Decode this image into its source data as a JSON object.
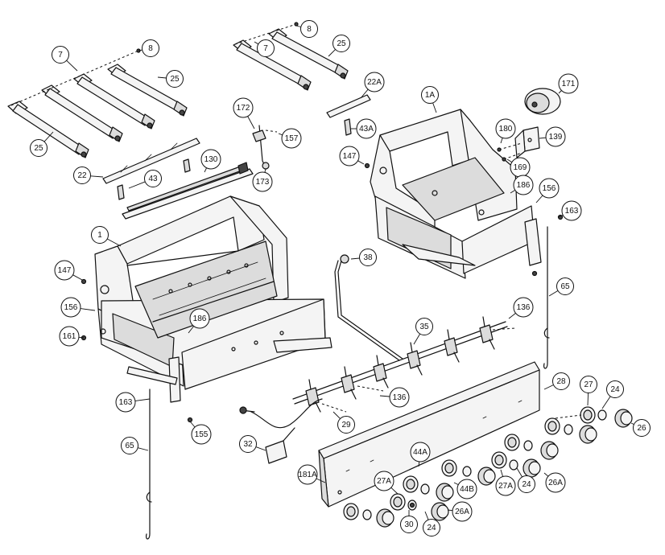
{
  "callouts": [
    {
      "id": "c8a",
      "label": "8"
    },
    {
      "id": "c25a",
      "label": "25"
    },
    {
      "id": "c7a",
      "label": "7"
    },
    {
      "id": "c8b",
      "label": "8"
    },
    {
      "id": "c7b",
      "label": "7"
    },
    {
      "id": "c25b",
      "label": "25"
    },
    {
      "id": "c25c",
      "label": "25"
    },
    {
      "id": "c22a",
      "label": "22A"
    },
    {
      "id": "c43a",
      "label": "43A"
    },
    {
      "id": "c172",
      "label": "172"
    },
    {
      "id": "c157",
      "label": "157"
    },
    {
      "id": "c171",
      "label": "171"
    },
    {
      "id": "c1a",
      "label": "1A"
    },
    {
      "id": "c180",
      "label": "180"
    },
    {
      "id": "c139",
      "label": "139"
    },
    {
      "id": "c169",
      "label": "169"
    },
    {
      "id": "c147a",
      "label": "147"
    },
    {
      "id": "c130",
      "label": "130"
    },
    {
      "id": "c22",
      "label": "22"
    },
    {
      "id": "c43",
      "label": "43"
    },
    {
      "id": "c173",
      "label": "173"
    },
    {
      "id": "c186a",
      "label": "186"
    },
    {
      "id": "c156a",
      "label": "156"
    },
    {
      "id": "c163a",
      "label": "163"
    },
    {
      "id": "c1",
      "label": "1"
    },
    {
      "id": "c38",
      "label": "38"
    },
    {
      "id": "c147b",
      "label": "147"
    },
    {
      "id": "c65a",
      "label": "65"
    },
    {
      "id": "c156b",
      "label": "156"
    },
    {
      "id": "c136a",
      "label": "136"
    },
    {
      "id": "c186b",
      "label": "186"
    },
    {
      "id": "c35",
      "label": "35"
    },
    {
      "id": "c161",
      "label": "161"
    },
    {
      "id": "c28",
      "label": "28"
    },
    {
      "id": "c27a",
      "label": "27"
    },
    {
      "id": "c24a",
      "label": "24"
    },
    {
      "id": "c163b",
      "label": "163"
    },
    {
      "id": "c136b",
      "label": "136"
    },
    {
      "id": "c26",
      "label": "26"
    },
    {
      "id": "c29",
      "label": "29"
    },
    {
      "id": "c155",
      "label": "155"
    },
    {
      "id": "c65b",
      "label": "65"
    },
    {
      "id": "c32",
      "label": "32"
    },
    {
      "id": "c44a",
      "label": "44A"
    },
    {
      "id": "c181a",
      "label": "181A"
    },
    {
      "id": "c27b",
      "label": "27A"
    },
    {
      "id": "c44b",
      "label": "44B"
    },
    {
      "id": "c27c",
      "label": "27A"
    },
    {
      "id": "c24b",
      "label": "24"
    },
    {
      "id": "c26a",
      "label": "26A"
    },
    {
      "id": "c26b",
      "label": "26A"
    },
    {
      "id": "c30",
      "label": "30"
    },
    {
      "id": "c24c",
      "label": "24"
    }
  ]
}
